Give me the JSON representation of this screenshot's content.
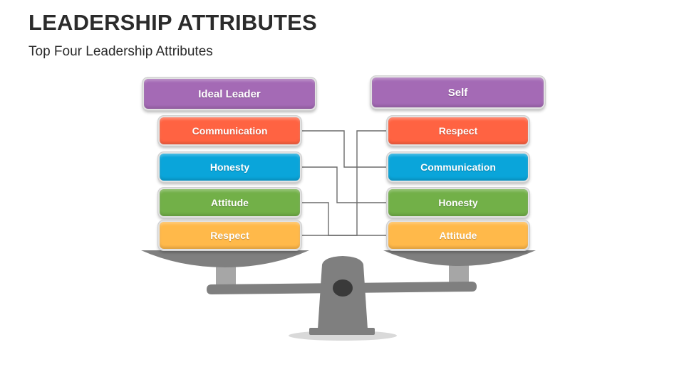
{
  "title": "LEADERSHIP ATTRIBUTES",
  "subtitle": "Top Four Leadership Attributes",
  "left_column": {
    "header": "Ideal Leader",
    "items": [
      "Communication",
      "Honesty",
      "Attitude",
      "Respect"
    ]
  },
  "right_column": {
    "header": "Self",
    "items": [
      "Respect",
      "Communication",
      "Honesty",
      "Attitude"
    ]
  },
  "colors": {
    "header": "#a46ab5",
    "Communication": "#ff6342",
    "Honesty": "#0aa5da",
    "Attitude": "#72b048",
    "Respect": "#ffb94a",
    "scale": "#7f7f7f"
  }
}
